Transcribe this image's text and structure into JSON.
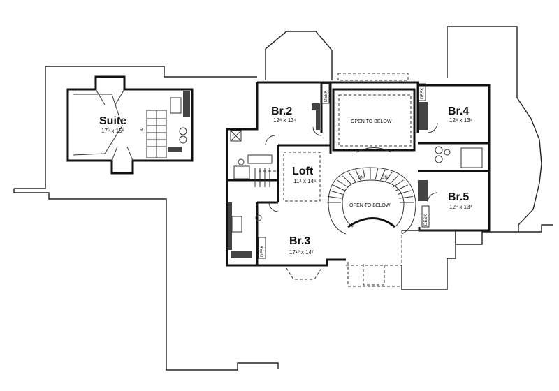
{
  "rooms": [
    {
      "id": "suite",
      "name": "Suite",
      "dims": "17⁶ x 15⁸"
    },
    {
      "id": "br2",
      "name": "Br.2",
      "dims": "12⁸ x 13⁴"
    },
    {
      "id": "br3",
      "name": "Br.3",
      "dims": "17¹⁰ x 14⁷"
    },
    {
      "id": "br4",
      "name": "Br.4",
      "dims": "12⁸ x 13⁴"
    },
    {
      "id": "br5",
      "name": "Br.5",
      "dims": "12⁶ x 13⁴"
    },
    {
      "id": "loft",
      "name": "Loft",
      "dims": "11⁴ x 14⁶"
    }
  ],
  "labels": {
    "open_to_below_top": "OPEN TO BELOW",
    "open_to_below_stair": "OPEN TO BELOW",
    "desk": "DESK",
    "dn": "DN",
    "r": "R"
  },
  "colors": {
    "line": "#111111",
    "background": "#ffffff"
  }
}
